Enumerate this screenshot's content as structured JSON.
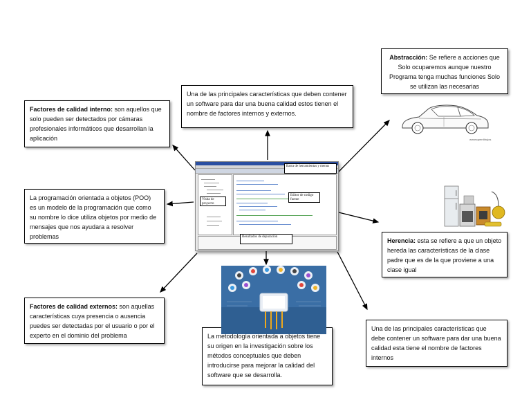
{
  "central_image": {
    "callouts": {
      "tools": "Barra de herramientas y menus",
      "project": "Visita de proyecto",
      "editor": "Editor de codigo fuente",
      "debug": "Resultados de depuración"
    }
  },
  "boxes": {
    "top_center": "Una de las principales características que deben contener un software para dar una buena calidad estos tienen el nombre de factores internos y externos.",
    "internal_factors": {
      "title": "Factores de calidad interno:",
      "text": " son aquellos que solo pueden ser detectados por cámaras profesionales informáticos que desarrollan la aplicación"
    },
    "oop": "La programación orientada a objetos (POO) es un modelo de la programación que como su nombre lo dice utiliza objetos por medio de mensajes que nos ayudara a resolver problemas",
    "external_factors": {
      "title": "Factores de calidad externos:",
      "text": " son aquellas características cuya presencia o ausencia puedes ser detectadas por el usuario o por el experto en el dominio del problema"
    },
    "methodology": "La metodología orientada a objetos tiene su origen en la investigación sobre los métodos conceptuales que deben introducirse  para mejorar la calidad del software que se desarrolla.",
    "abstraction": {
      "title": "Abstracción:",
      "text": " Se refiere a acciones que Solo ocuparemos aunque nuestro Programa tenga muchas funciones Solo se utilizan las necesarias"
    },
    "inheritance": {
      "title": "Herencia:",
      "text": " esta se refiere a que un objeto hereda las características de la clase padre que es de la que proviene a una clase igual"
    },
    "bottom_right": "Una de las principales características que debe contener un software para dar una buena calidad esta tiene el nombre de factores internos"
  },
  "images": {
    "ide": "ide-screenshot",
    "car": "car-sketch",
    "car_credit": "wwwsuperdibujos",
    "appliances": "home-appliances",
    "tech": "technology-icons"
  },
  "colors": {
    "border": "#000000",
    "arrow": "#000000",
    "tech_bg": "#3a6ea5"
  }
}
